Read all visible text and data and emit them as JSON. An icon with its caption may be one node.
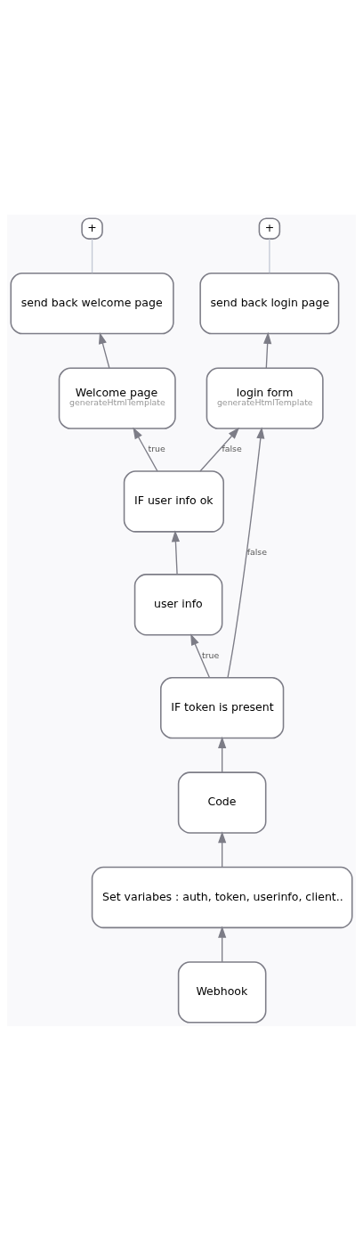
{
  "diagram": {
    "nodes": [
      {
        "text": [
          "Webhook"
        ]
      },
      {
        "text": [
          "Set variabes : auth, token, userinfo, client.."
        ]
      },
      {
        "text": [
          "Code"
        ]
      },
      {
        "text": [
          "IF token is present"
        ]
      },
      {
        "text": [
          "user info"
        ]
      },
      {
        "text": [
          "IF user info ok"
        ]
      },
      {
        "text": [
          "Welcome page",
          "generateHtmlTemplate"
        ]
      },
      {
        "text": [
          "send back welcome page"
        ]
      },
      {
        "text": [
          "+"
        ]
      },
      {
        "text": [
          "login form",
          "generateHtmlTemplate"
        ]
      },
      {
        "text": [
          "send back login page"
        ]
      },
      {
        "text": [
          "+"
        ]
      }
    ],
    "edges": [
      {
        "from": 0,
        "to": 1,
        "arrow": "to"
      },
      {
        "from": 1,
        "to": 2,
        "arrow": "to"
      },
      {
        "from": 2,
        "to": 3,
        "arrow": "to"
      },
      {
        "from": 3,
        "to": 4,
        "arrow": "to",
        "label": "true"
      },
      {
        "from": 3,
        "to": 9,
        "arrow": "to",
        "label": "false"
      },
      {
        "from": 4,
        "to": 5,
        "arrow": "to"
      },
      {
        "from": 5,
        "to": 6,
        "arrow": "to",
        "label": "true"
      },
      {
        "from": 5,
        "to": 9,
        "arrow": "to",
        "label": "false"
      },
      {
        "from": 6,
        "to": 7,
        "arrow": "to"
      },
      {
        "from": 7,
        "to": 8,
        "arrow": "none",
        "color": "#c5cad6"
      },
      {
        "from": 9,
        "to": 10,
        "arrow": "to"
      },
      {
        "from": 10,
        "to": 11,
        "arrow": "none",
        "color": "#c5cad6"
      }
    ]
  }
}
